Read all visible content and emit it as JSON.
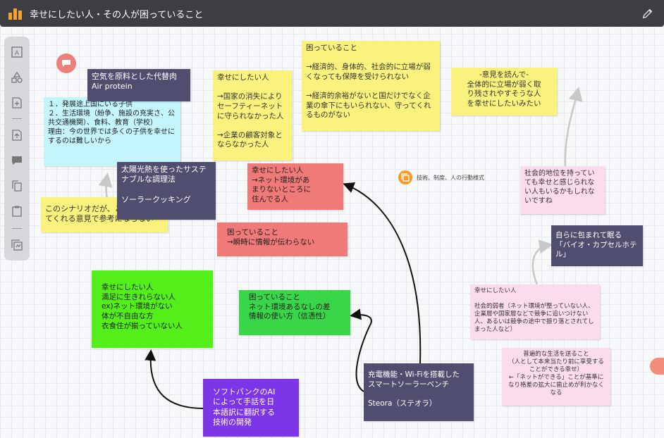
{
  "header": {
    "title": "幸せにしたい人・その人が困っていること",
    "board_icon": "board-icon",
    "edit_icon": "pencil-icon"
  },
  "toolbar": {
    "tools": [
      "text-frame-icon",
      "shapes-icon",
      "sticky-add-icon",
      "upload-icon",
      "comment-icon",
      "copy-icon",
      "clipboard-icon",
      "template-icon"
    ]
  },
  "tag": {
    "label": "技術、制度、人の行動様式"
  },
  "notes": {
    "air_protein": "空気を原料とした代替肉\nAir protein",
    "children": "１．発展途上国にいる子供\n２．生活環境（紛争、施設の充実さ、公共交通機関）、食料、教育（学校）\n理由：今の世界では多くの子供を幸せにするのは難しいから",
    "scenario": "このシナリオだが、これを応用してくれる意見で参考にならない",
    "solar_cooking": "太陽光熱を使ったサステナブルな調理法\n\nソーラークッキング",
    "happy_nation": "幸せにしたい人\n\n→国家の消失により\nセーフティーネット\nに守られなかった人\n\n→企業の顧客対象と\nならなかった人",
    "trouble_econ": "困っていること\n\n→経済的、身体的、社会的に立場が弱くなっても保障を受けられない\n\n→経済的余裕がないと国だけでなく企業の傘下にもいられない、守ってくれるものがない",
    "opinion": "-意見を読んで-\n全体的に立場が弱く取\nり残されやすそうな人\nを幸せにしたいみたい",
    "happy_net": "幸せにしたい人\n→ネット環境があ\nまりないところに\n住んでる人",
    "trouble_info": "困っていること\n→瞬時に情報が伝わらない",
    "social_status": "社会的地位を持っていても幸せと感じられない人もいるかもしれないですね",
    "bio_capsule": "自らに包まれて眠る\n「バイオ・カプセルホテル」",
    "happy_weak": "幸せにしたい人\n\n社会的弱者（ネット環境が整っていない人、企業層や国家層などで競争に追いつけない人、あるいは競争の途中で振り落とされてしまった人など）",
    "normal_life": "普遍的な生活を送ること\n（人として本来当たり前に享受することができる幸せ）\n←「ネットができる」ことが基準になり格差の拡大に歯止めが利かなくなる",
    "happy_green": "幸せにしたい人\n満足に生きれらない人\nex)ネット環境がない\n体が不自由な方\n衣食住が揃っていない人",
    "trouble_green": "困っていること\nネット環境あるなしの差\n情報の使い方（信憑性）",
    "softbank": "ソフトバンクのAI\nによって手話を日\n本語訳に翻訳する\n技術の開発",
    "bench": "充電機能・Wi-Fiを搭載した\nスマートソーラーベンチ\n\nSteora（ステオラ）"
  },
  "colors": {
    "yellow": "#fbf27e",
    "cyan": "#c3f5fb",
    "navy": "#4f4e6e",
    "red": "#ef7a78",
    "pink": "#fcdcec",
    "green": "#54ee1a",
    "green2": "#3ad64a",
    "purple": "#7d35e8",
    "topbar": "#3c3e44",
    "accent_orange": "#f49b2a"
  }
}
